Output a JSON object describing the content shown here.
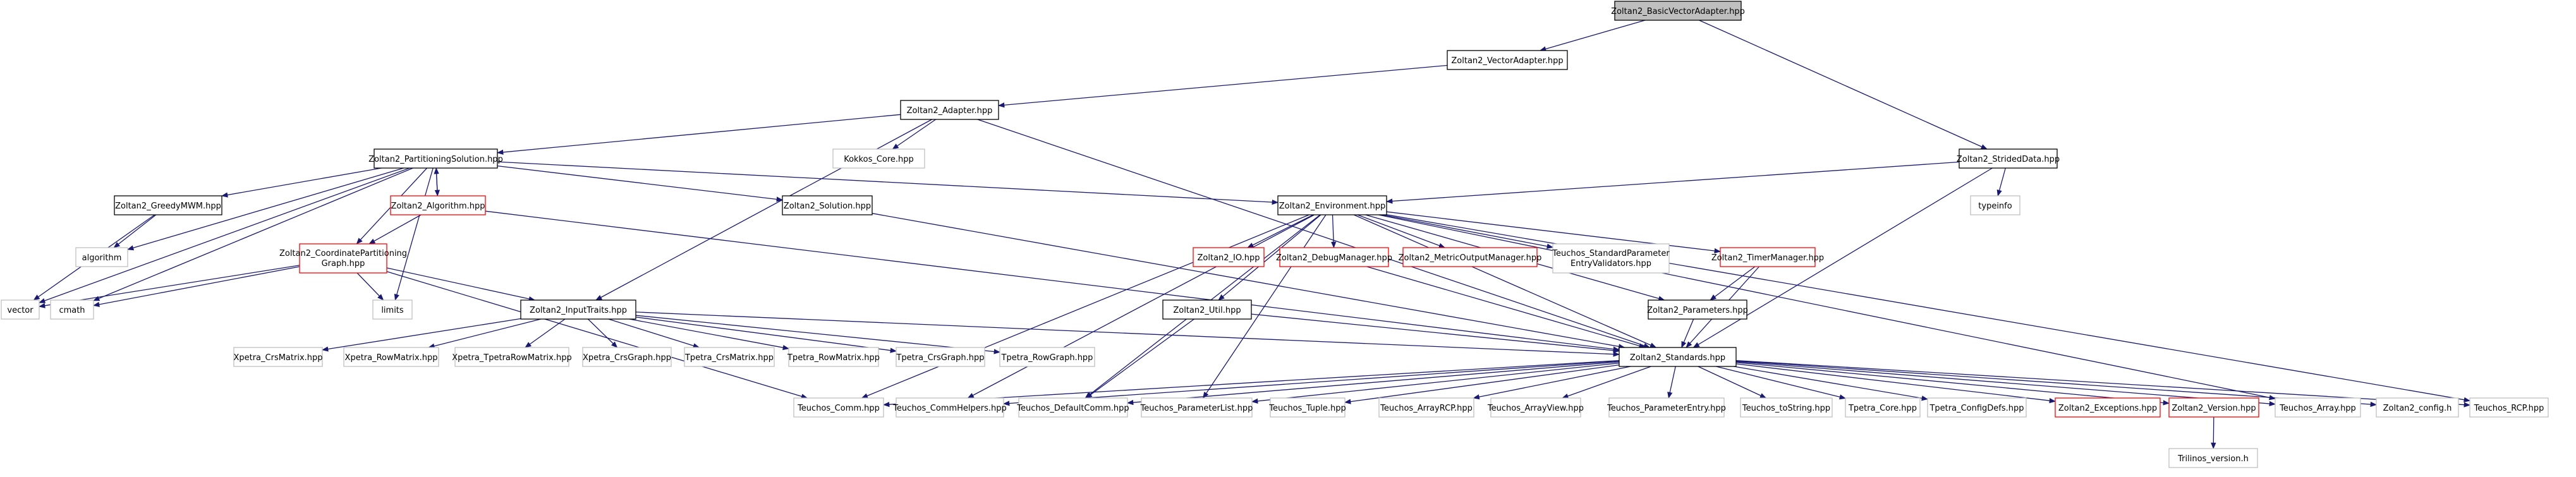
{
  "diagram": {
    "type": "include-dependency-graph",
    "colors": {
      "edge": "#191970",
      "root_fill": "#bfbfbf",
      "default_border": "#000000",
      "system_border": "#bfbfbf",
      "truncated_border": "#ff0000"
    },
    "nodes": [
      {
        "id": "n0",
        "label": "Zoltan2_BasicVectorAdapter.hpp",
        "kind": "root"
      },
      {
        "id": "n1",
        "label": "Zoltan2_VectorAdapter.hpp",
        "kind": "normal"
      },
      {
        "id": "n2",
        "label": "Zoltan2_Adapter.hpp",
        "kind": "normal"
      },
      {
        "id": "n3",
        "label": "Zoltan2_StridedData.hpp",
        "kind": "normal"
      },
      {
        "id": "n4",
        "label": "Zoltan2_PartitioningSolution.hpp",
        "kind": "normal"
      },
      {
        "id": "n5",
        "label": "Kokkos_Core.hpp",
        "kind": "system"
      },
      {
        "id": "n6",
        "label": "typeinfo",
        "kind": "system"
      },
      {
        "id": "n7",
        "label": "Zoltan2_GreedyMWM.hpp",
        "kind": "normal"
      },
      {
        "id": "n8",
        "label": "Zoltan2_Algorithm.hpp",
        "kind": "truncated"
      },
      {
        "id": "n9",
        "label": "Zoltan2_Solution.hpp",
        "kind": "normal"
      },
      {
        "id": "n10",
        "label": "Zoltan2_Environment.hpp",
        "kind": "normal"
      },
      {
        "id": "n11",
        "label": "algorithm",
        "kind": "system"
      },
      {
        "id": "n12",
        "label": "Zoltan2_CoordinatePartitioning Graph.hpp",
        "kind": "truncated"
      },
      {
        "id": "n13",
        "label": "Zoltan2_IO.hpp",
        "kind": "truncated"
      },
      {
        "id": "n14",
        "label": "Zoltan2_DebugManager.hpp",
        "kind": "truncated"
      },
      {
        "id": "n15",
        "label": "Zoltan2_MetricOutputManager.hpp",
        "kind": "truncated"
      },
      {
        "id": "n16",
        "label": "Teuchos_StandardParameter EntryValidators.hpp",
        "kind": "system"
      },
      {
        "id": "n17",
        "label": "Zoltan2_TimerManager.hpp",
        "kind": "truncated"
      },
      {
        "id": "n18",
        "label": "vector",
        "kind": "system"
      },
      {
        "id": "n19",
        "label": "cmath",
        "kind": "system"
      },
      {
        "id": "n20",
        "label": "limits",
        "kind": "system"
      },
      {
        "id": "n21",
        "label": "Zoltan2_InputTraits.hpp",
        "kind": "normal"
      },
      {
        "id": "n22",
        "label": "Zoltan2_Util.hpp",
        "kind": "normal"
      },
      {
        "id": "n23",
        "label": "Zoltan2_Parameters.hpp",
        "kind": "normal"
      },
      {
        "id": "n24",
        "label": "Xpetra_CrsMatrix.hpp",
        "kind": "system"
      },
      {
        "id": "n25",
        "label": "Xpetra_RowMatrix.hpp",
        "kind": "system"
      },
      {
        "id": "n26",
        "label": "Xpetra_TpetraRowMatrix.hpp",
        "kind": "system"
      },
      {
        "id": "n27",
        "label": "Xpetra_CrsGraph.hpp",
        "kind": "system"
      },
      {
        "id": "n28",
        "label": "Tpetra_CrsMatrix.hpp",
        "kind": "system"
      },
      {
        "id": "n29",
        "label": "Tpetra_RowMatrix.hpp",
        "kind": "system"
      },
      {
        "id": "n30",
        "label": "Tpetra_CrsGraph.hpp",
        "kind": "system"
      },
      {
        "id": "n31",
        "label": "Tpetra_RowGraph.hpp",
        "kind": "system"
      },
      {
        "id": "n32",
        "label": "Zoltan2_Standards.hpp",
        "kind": "normal"
      },
      {
        "id": "n33",
        "label": "Teuchos_Comm.hpp",
        "kind": "system"
      },
      {
        "id": "n34",
        "label": "Teuchos_CommHelpers.hpp",
        "kind": "system"
      },
      {
        "id": "n35",
        "label": "Teuchos_DefaultComm.hpp",
        "kind": "system"
      },
      {
        "id": "n36",
        "label": "Teuchos_ParameterList.hpp",
        "kind": "system"
      },
      {
        "id": "n37",
        "label": "Teuchos_Tuple.hpp",
        "kind": "system"
      },
      {
        "id": "n38",
        "label": "Teuchos_ArrayRCP.hpp",
        "kind": "system"
      },
      {
        "id": "n39",
        "label": "Teuchos_ArrayView.hpp",
        "kind": "system"
      },
      {
        "id": "n40",
        "label": "Teuchos_ParameterEntry.hpp",
        "kind": "system"
      },
      {
        "id": "n41",
        "label": "Teuchos_toString.hpp",
        "kind": "system"
      },
      {
        "id": "n42",
        "label": "Tpetra_Core.hpp",
        "kind": "system"
      },
      {
        "id": "n43",
        "label": "Tpetra_ConfigDefs.hpp",
        "kind": "system"
      },
      {
        "id": "n44",
        "label": "Zoltan2_Exceptions.hpp",
        "kind": "truncated"
      },
      {
        "id": "n45",
        "label": "Zoltan2_Version.hpp",
        "kind": "truncated"
      },
      {
        "id": "n46",
        "label": "Teuchos_Array.hpp",
        "kind": "system"
      },
      {
        "id": "n47",
        "label": "Zoltan2_config.h",
        "kind": "system"
      },
      {
        "id": "n48",
        "label": "Teuchos_RCP.hpp",
        "kind": "system"
      },
      {
        "id": "n49",
        "label": "Trilinos_version.h",
        "kind": "system"
      }
    ],
    "edges": [
      [
        "n0",
        "n1"
      ],
      [
        "n0",
        "n3"
      ],
      [
        "n1",
        "n2"
      ],
      [
        "n2",
        "n4"
      ],
      [
        "n2",
        "n5"
      ],
      [
        "n2",
        "n21"
      ],
      [
        "n2",
        "n32"
      ],
      [
        "n3",
        "n10"
      ],
      [
        "n3",
        "n6"
      ],
      [
        "n3",
        "n32"
      ],
      [
        "n4",
        "n7"
      ],
      [
        "n4",
        "n8"
      ],
      [
        "n4",
        "n9"
      ],
      [
        "n4",
        "n10"
      ],
      [
        "n4",
        "n11"
      ],
      [
        "n4",
        "n12"
      ],
      [
        "n4",
        "n18"
      ],
      [
        "n4",
        "n19"
      ],
      [
        "n4",
        "n20"
      ],
      [
        "n7",
        "n11"
      ],
      [
        "n7",
        "n18"
      ],
      [
        "n8",
        "n4"
      ],
      [
        "n8",
        "n12"
      ],
      [
        "n8",
        "n32"
      ],
      [
        "n9",
        "n32"
      ],
      [
        "n10",
        "n13"
      ],
      [
        "n10",
        "n14"
      ],
      [
        "n10",
        "n15"
      ],
      [
        "n10",
        "n16"
      ],
      [
        "n10",
        "n17"
      ],
      [
        "n10",
        "n22"
      ],
      [
        "n10",
        "n23"
      ],
      [
        "n10",
        "n33"
      ],
      [
        "n10",
        "n34"
      ],
      [
        "n10",
        "n35"
      ],
      [
        "n10",
        "n36"
      ],
      [
        "n10",
        "n46"
      ],
      [
        "n10",
        "n48"
      ],
      [
        "n10",
        "n32"
      ],
      [
        "n12",
        "n18"
      ],
      [
        "n12",
        "n19"
      ],
      [
        "n12",
        "n20"
      ],
      [
        "n12",
        "n21"
      ],
      [
        "n12",
        "n33"
      ],
      [
        "n14",
        "n32"
      ],
      [
        "n17",
        "n23"
      ],
      [
        "n17",
        "n32"
      ],
      [
        "n21",
        "n24"
      ],
      [
        "n21",
        "n25"
      ],
      [
        "n21",
        "n26"
      ],
      [
        "n21",
        "n27"
      ],
      [
        "n21",
        "n28"
      ],
      [
        "n21",
        "n29"
      ],
      [
        "n21",
        "n30"
      ],
      [
        "n21",
        "n31"
      ],
      [
        "n21",
        "n32"
      ],
      [
        "n22",
        "n32"
      ],
      [
        "n22",
        "n35"
      ],
      [
        "n23",
        "n32"
      ],
      [
        "n32",
        "n33"
      ],
      [
        "n32",
        "n34"
      ],
      [
        "n32",
        "n35"
      ],
      [
        "n32",
        "n36"
      ],
      [
        "n32",
        "n37"
      ],
      [
        "n32",
        "n38"
      ],
      [
        "n32",
        "n39"
      ],
      [
        "n32",
        "n40"
      ],
      [
        "n32",
        "n41"
      ],
      [
        "n32",
        "n42"
      ],
      [
        "n32",
        "n43"
      ],
      [
        "n32",
        "n44"
      ],
      [
        "n32",
        "n45"
      ],
      [
        "n32",
        "n46"
      ],
      [
        "n32",
        "n47"
      ],
      [
        "n32",
        "n48"
      ],
      [
        "n45",
        "n49"
      ]
    ]
  }
}
